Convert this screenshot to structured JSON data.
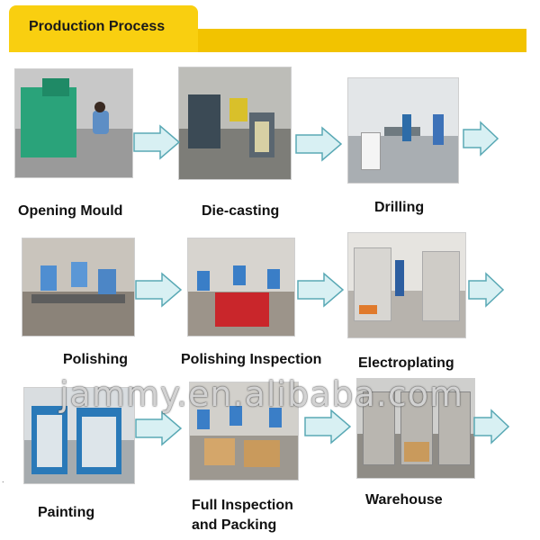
{
  "header": {
    "title": "Production Process"
  },
  "steps": [
    {
      "label": "Opening Mould"
    },
    {
      "label": "Die-casting"
    },
    {
      "label": "Drilling"
    },
    {
      "label": "Polishing"
    },
    {
      "label": "Polishing Inspection"
    },
    {
      "label": "Electroplating"
    },
    {
      "label": "Painting"
    },
    {
      "label": "Full Inspection and Packing",
      "line1": "Full Inspection",
      "line2": "and Packing"
    },
    {
      "label": "Warehouse"
    }
  ],
  "watermark": "jammy.en.alibaba.com",
  "stray_mark": ".",
  "colors": {
    "banner": "#f2c300",
    "arrow_fill": "#d8f0f3",
    "arrow_stroke": "#5aa9b5"
  },
  "icons": [
    "arrow-right-icon"
  ]
}
